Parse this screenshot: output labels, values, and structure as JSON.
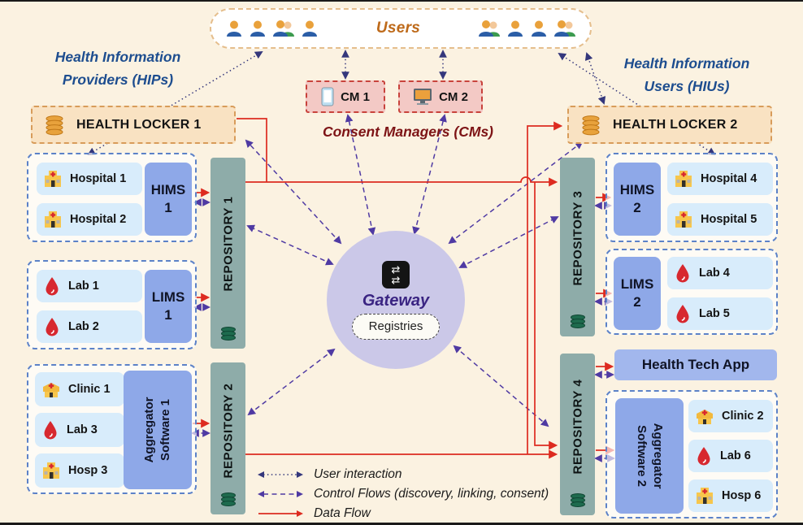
{
  "colors": {
    "background": "#FBF2E1",
    "data_flow_red": "#DD2B20",
    "control_flow_purple": "#4F3AA3",
    "user_interaction_navy": "#34377C",
    "repository_teal": "#8EACA9",
    "system_periwinkle": "#8EA8E8",
    "locker_peach": "#F9E2C2",
    "cm_pink": "#F3C9C5",
    "gateway_lavender": "#CBC8E8",
    "hip_heading_blue": "#1D4D8F",
    "cms_heading_maroon": "#7D1315",
    "users_orange": "#BE6A1A"
  },
  "users": {
    "label": "Users"
  },
  "titles": {
    "hips": [
      "Health Information",
      "Providers (HIPs)"
    ],
    "hius": [
      "Health Information",
      "Users (HIUs)"
    ],
    "cms": "Consent Managers (CMs)"
  },
  "consent_managers": [
    {
      "label": "CM 1"
    },
    {
      "label": "CM 2"
    }
  ],
  "lockers": [
    {
      "label": "HEALTH LOCKER 1"
    },
    {
      "label": "HEALTH LOCKER 2"
    }
  ],
  "repositories": [
    {
      "label": "REPOSITORY 1"
    },
    {
      "label": "REPOSITORY 2"
    },
    {
      "label": "REPOSITORY 3"
    },
    {
      "label": "REPOSITORY 4"
    }
  ],
  "systems": {
    "hims1": [
      "HIMS",
      "1"
    ],
    "lims1": [
      "LIMS",
      "1"
    ],
    "agg1": [
      "Aggregator",
      "Software 1"
    ],
    "hims2": [
      "HIMS",
      "2"
    ],
    "lims2": [
      "LIMS",
      "2"
    ],
    "agg2": [
      "Aggregator",
      "Software 2"
    ],
    "health_tech_app": "Health Tech App"
  },
  "facilities": {
    "g1": [
      "Hospital 1",
      "Hospital 2"
    ],
    "g2": [
      "Lab 1",
      "Lab 2"
    ],
    "g3": [
      "Clinic 1",
      "Lab 3",
      "Hosp 3"
    ],
    "g4": [
      "Hospital 4",
      "Hospital 5"
    ],
    "g5": [
      "Lab 4",
      "Lab 5"
    ],
    "g6": [
      "Clinic 2",
      "Lab 6",
      "Hosp 6"
    ]
  },
  "gateway": {
    "label": "Gateway",
    "registries": "Registries"
  },
  "legend": [
    {
      "label": "User interaction"
    },
    {
      "label": "Control Flows (discovery, linking, consent)"
    },
    {
      "label": "Data Flow"
    }
  ]
}
